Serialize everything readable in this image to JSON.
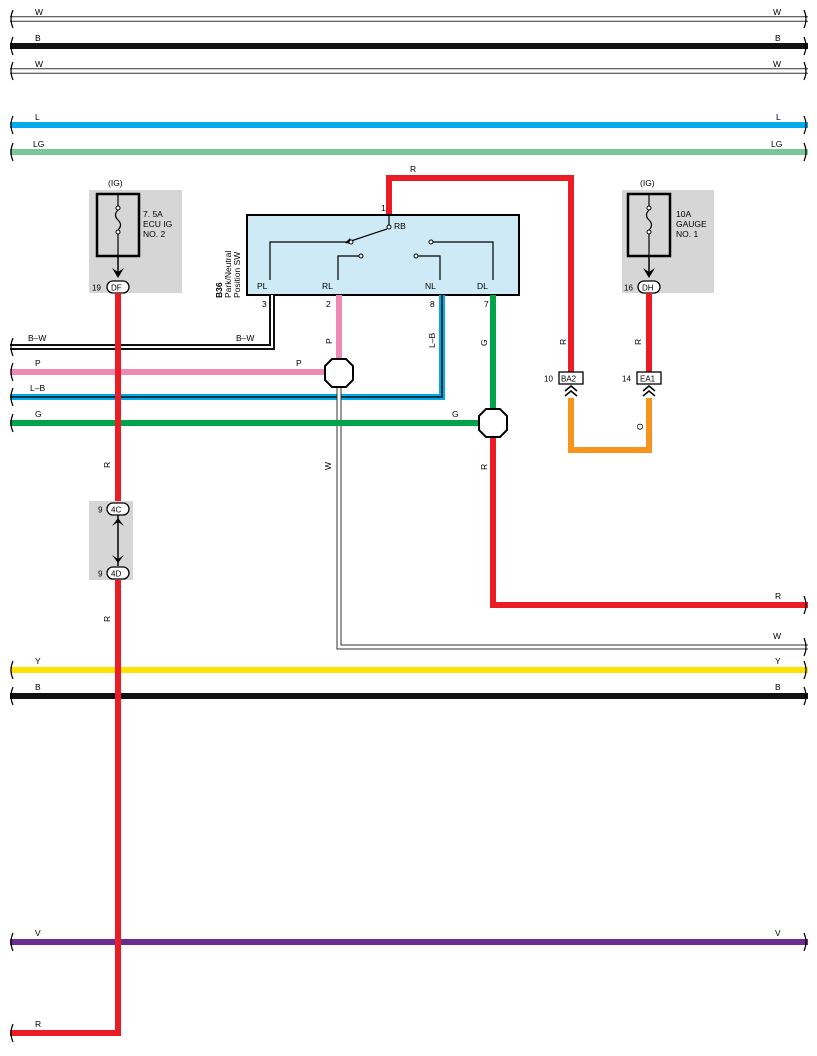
{
  "wires": {
    "w_top": "W",
    "b_top": "B",
    "w_mid": "W",
    "l": "L",
    "lg": "LG",
    "bw": "B–W",
    "p": "P",
    "lb": "L–B",
    "g": "G",
    "r_right": "R",
    "w_right": "W",
    "y": "Y",
    "b_low": "B",
    "v": "V",
    "r_bottom": "R",
    "r": "R",
    "o": "O"
  },
  "colors": {
    "W": "#ffffff",
    "B": "#111111",
    "L": "#00a9e8",
    "LG": "#7cc79a",
    "P": "#ee88b4",
    "G": "#00a34a",
    "R": "#ec1c24",
    "Y": "#ffe100",
    "V": "#6a2c91",
    "O": "#f7941d",
    "component_fill": "#cfeaf7",
    "shade": "#d6d6d6"
  },
  "fuse_left": {
    "source": "(IG)",
    "rating": "7. 5A",
    "name_1": "ECU IG",
    "name_2": "NO. 2",
    "connector": "DF",
    "pin": "19"
  },
  "fuse_right": {
    "source": "(IG)",
    "rating": "10A",
    "name_1": "GAUGE",
    "name_2": "NO. 1",
    "connector": "DH",
    "pin": "16"
  },
  "switch": {
    "code": "B36",
    "name_1": "Park/Neutral",
    "name_2": "Position SW",
    "terminal_rb": "RB",
    "terminal_pl": "PL",
    "terminal_rl": "RL",
    "terminal_nl": "NL",
    "terminal_dl": "DL",
    "pin_1": "1",
    "pin_3": "3",
    "pin_2": "2",
    "pin_8": "8",
    "pin_7": "7"
  },
  "junction_connectors": {
    "ba2": "BA2",
    "ba2_pin": "10",
    "ea1": "EA1",
    "ea1_pin": "14",
    "c4c": "4C",
    "c4c_pin": "9",
    "c4d": "4D",
    "c4d_pin": "9"
  }
}
